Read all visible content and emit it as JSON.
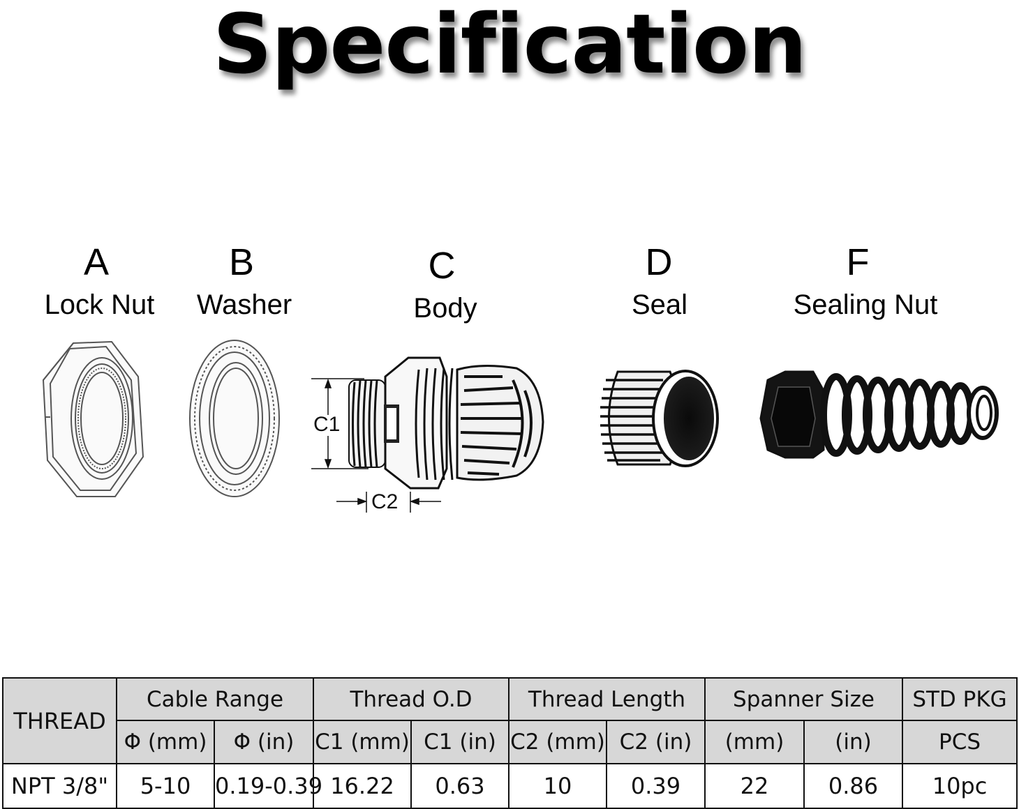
{
  "title": "Specification",
  "parts": [
    {
      "letter": "A",
      "name": "Lock Nut"
    },
    {
      "letter": "B",
      "name": "Washer"
    },
    {
      "letter": "C",
      "name": "Body"
    },
    {
      "letter": "D",
      "name": "Seal"
    },
    {
      "letter": "F",
      "name": "Sealing Nut"
    }
  ],
  "dimensions": {
    "c1": "C1",
    "c2": "C2"
  },
  "table": {
    "thread_header": "THREAD",
    "groups": [
      "Cable Range",
      "Thread O.D",
      "Thread Length",
      "Spanner Size",
      "STD PKG"
    ],
    "subheaders": [
      "Φ (mm)",
      "Φ (in)",
      "C1 (mm)",
      "C1 (in)",
      "C2 (mm)",
      "C2 (in)",
      "(mm)",
      "(in)",
      "PCS"
    ],
    "row": [
      "NPT 3/8\"",
      "5-10",
      "0.19-0.39",
      "16.22",
      "0.63",
      "10",
      "0.39",
      "22",
      "0.86",
      "10pc"
    ]
  }
}
